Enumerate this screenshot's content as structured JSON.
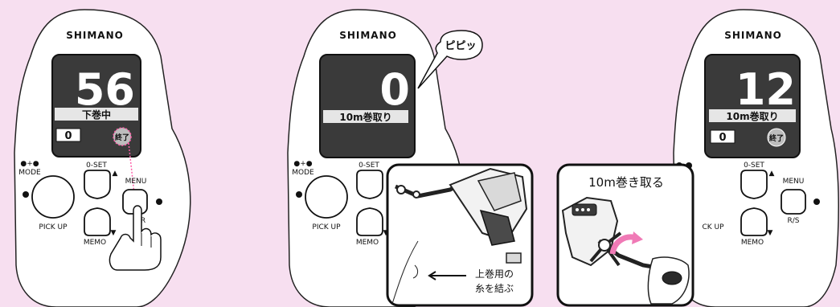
{
  "brand": "SHIMANO",
  "panels": [
    {
      "counter": "56",
      "status": "下巻中",
      "zero_box": "0",
      "end_badge": "終了"
    },
    {
      "counter": "0",
      "status": "10m巻取り",
      "beep": "ピピッ"
    },
    {
      "counter": "12",
      "status": "10m巻取り",
      "zero_box": "0",
      "end_badge": "終了"
    }
  ],
  "buttons": {
    "mode": "MODE",
    "mode_symbol": "●+●",
    "zero_set": "0-SET",
    "menu": "MENU",
    "menu_partial": "R",
    "rs": "R/S",
    "memo": "MEMO",
    "pick_up": "PICK UP",
    "pick_up_partial": "CK UP",
    "up_arrow": "▲",
    "down_arrow": "▼"
  },
  "insets": {
    "tie_line_line1": "上巻用の",
    "tie_line_line2": "糸を結ぶ",
    "wind_title": "10m巻き取る"
  }
}
